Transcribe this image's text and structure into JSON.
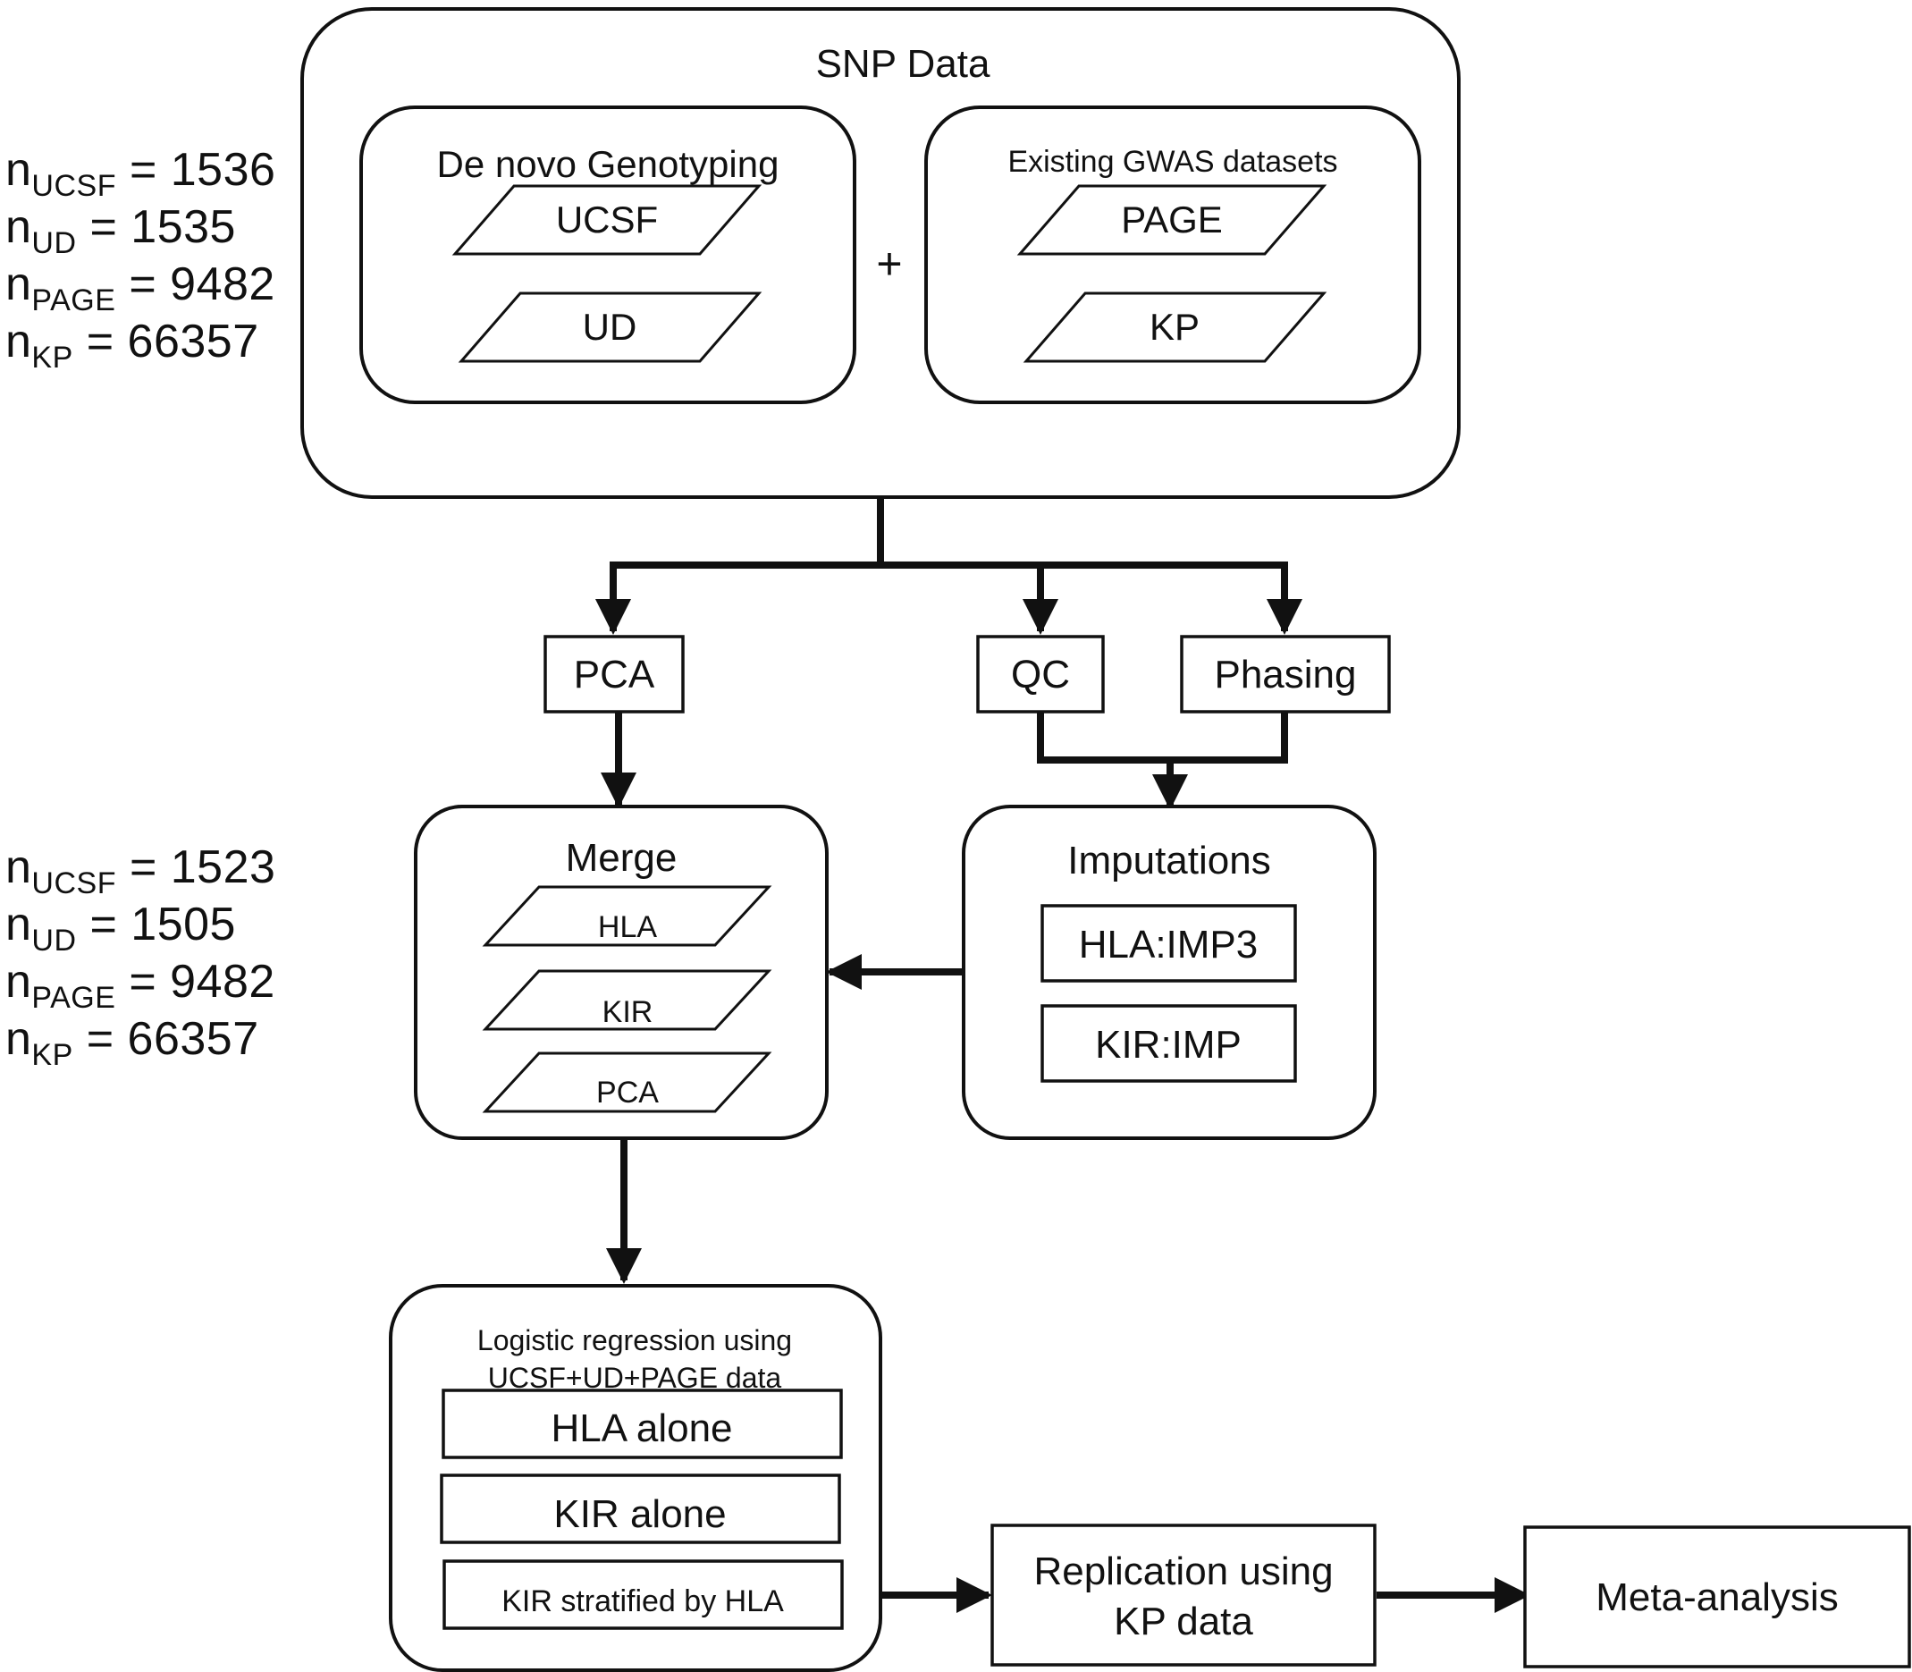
{
  "sample_counts": [
    {
      "rows": [
        {
          "base": "n",
          "sub": "UCSF",
          "value": "= 1536"
        },
        {
          "base": "n",
          "sub": "UD",
          "value": "= 1535"
        },
        {
          "base": "n",
          "sub": "PAGE",
          "value": "= 9482"
        },
        {
          "base": "n",
          "sub": "KP",
          "value": "= 66357"
        }
      ]
    },
    {
      "rows": [
        {
          "base": "n",
          "sub": "UCSF",
          "value": "= 1523"
        },
        {
          "base": "n",
          "sub": "UD",
          "value": "= 1505"
        },
        {
          "base": "n",
          "sub": "PAGE",
          "value": "= 9482"
        },
        {
          "base": "n",
          "sub": "KP",
          "value": "= 66357"
        }
      ]
    }
  ],
  "snp_data": {
    "title": "SNP Data",
    "plus": "+",
    "de_novo": {
      "title": "De novo Genotyping",
      "items": [
        "UCSF",
        "UD"
      ]
    },
    "existing": {
      "title": "Existing GWAS datasets",
      "items": [
        "PAGE",
        "KP"
      ]
    }
  },
  "steps": {
    "pca": "PCA",
    "qc": "QC",
    "phasing": "Phasing"
  },
  "merge": {
    "title": "Merge",
    "items": [
      "HLA",
      "KIR",
      "PCA"
    ]
  },
  "imputations": {
    "title": "Imputations",
    "items": [
      "HLA:IMP3",
      "KIR:IMP"
    ]
  },
  "regression": {
    "title_lines": [
      "Logistic regression using",
      "UCSF+UD+PAGE data"
    ],
    "items": [
      "HLA alone",
      "KIR alone",
      "KIR stratified by HLA"
    ]
  },
  "replication": {
    "lines": [
      "Replication using",
      "KP data"
    ]
  },
  "meta": {
    "label": "Meta-analysis"
  }
}
